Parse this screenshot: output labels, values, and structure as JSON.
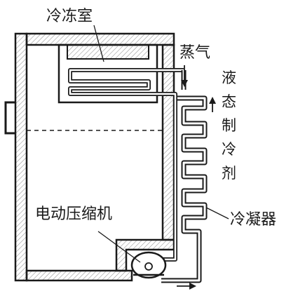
{
  "diagram": {
    "labels": {
      "freezer": "冷冻室",
      "vapor": "蒸气",
      "liquid_refrigerant": [
        "液",
        "态",
        "制",
        "冷",
        "剂"
      ],
      "condenser": "冷凝器",
      "compressor": "电动压缩机"
    },
    "colors": {
      "line": "#1a1a1a",
      "hatch": "#9a9a9a",
      "background": "#ffffff"
    }
  }
}
